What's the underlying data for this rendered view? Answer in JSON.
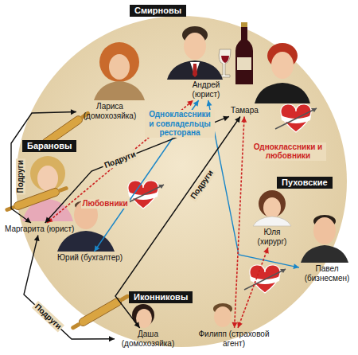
{
  "diagram": {
    "nodes": [
      {
        "text": [
          "Смирновы"
        ]
      },
      {
        "text": [
          "Андрей (юрист)"
        ]
      },
      {
        "text": [
          "Лариса (домохозяйка)"
        ]
      },
      {
        "text": [
          "Тамара"
        ]
      },
      {
        "text": [
          "Барановы"
        ]
      },
      {
        "text": [
          "Маргарита (юрист)"
        ]
      },
      {
        "text": [
          "Юрий (бухгалтер)"
        ]
      },
      {
        "text": [
          "Пуховские"
        ]
      },
      {
        "text": [
          "Юля (хирург)"
        ]
      },
      {
        "text": [
          "Павел (бизнесмен)"
        ]
      },
      {
        "text": [
          "Иконниковы"
        ]
      },
      {
        "text": [
          "Даша (домохозяйка)"
        ]
      },
      {
        "text": [
          "Филипп (страховой агент)"
        ]
      }
    ],
    "edges": [
      {
        "from": 1,
        "to": 6,
        "arrow": "both"
      },
      {
        "from": 1,
        "to": 9,
        "arrow": "both"
      },
      {
        "from": 5,
        "to": 1,
        "label": "Любовники",
        "arrow": "both"
      },
      {
        "from": 3,
        "to": 12,
        "label": "Одноклассники и любовники",
        "arrow": "both"
      },
      {
        "from": 8,
        "to": 12,
        "arrow": "both"
      },
      {
        "from": 2,
        "to": 5,
        "label": "Подруги",
        "arrow": "both"
      },
      {
        "from": 5,
        "to": 3,
        "label": "Подруги",
        "arrow": "both"
      },
      {
        "from": 3,
        "to": 11,
        "label": "Подруги",
        "arrow": "both"
      },
      {
        "from": 5,
        "to": 11,
        "label": "Подруги",
        "arrow": "both"
      }
    ],
    "labels": [
      "Одноклассники и совладельцы ресторана"
    ]
  }
}
